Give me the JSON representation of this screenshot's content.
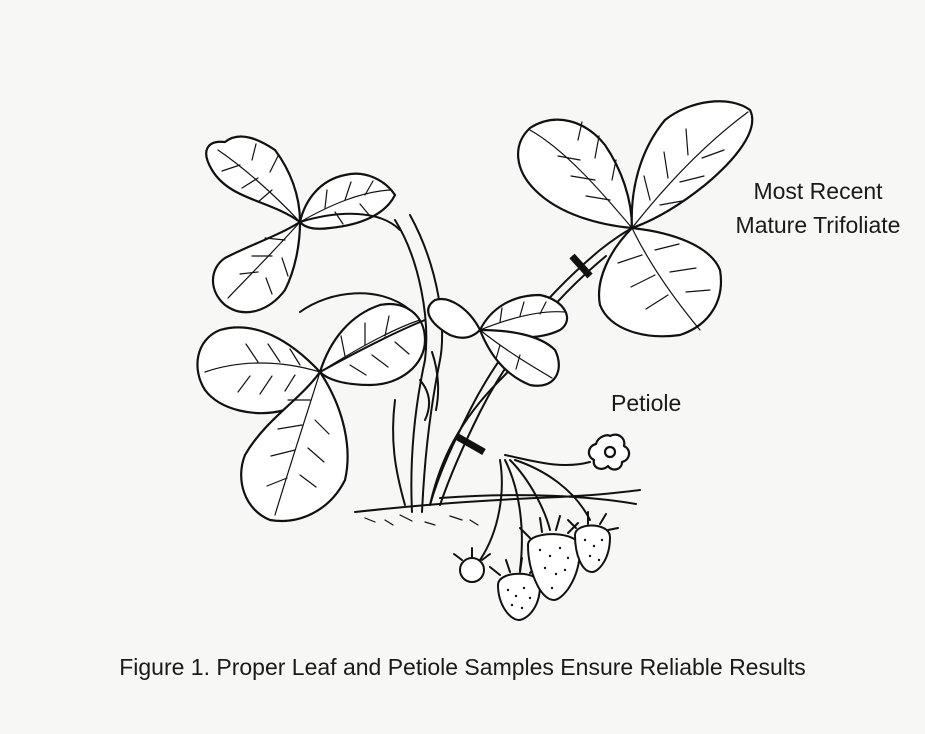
{
  "figure": {
    "labels": {
      "trifoliate_line1": "Most Recent",
      "trifoliate_line2": "Mature Trifoliate",
      "petiole": "Petiole"
    },
    "caption": "Figure 1.  Proper Leaf and Petiole Samples Ensure Reliable Results"
  }
}
